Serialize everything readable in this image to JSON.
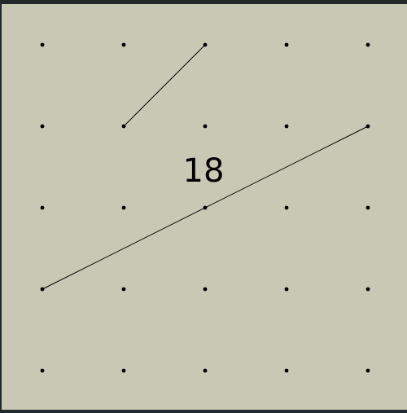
{
  "game": {
    "score": "18",
    "grid": {
      "cols": 5,
      "rows": 5
    },
    "segments": [
      {
        "from": [
          1,
          1
        ],
        "to": [
          2,
          0
        ]
      },
      {
        "from": [
          0,
          3
        ],
        "to": [
          4,
          1
        ]
      }
    ],
    "colors": {
      "background": "#c9c8b5",
      "frame": "#22282c",
      "dot": "#000000",
      "line": "#000000"
    }
  }
}
